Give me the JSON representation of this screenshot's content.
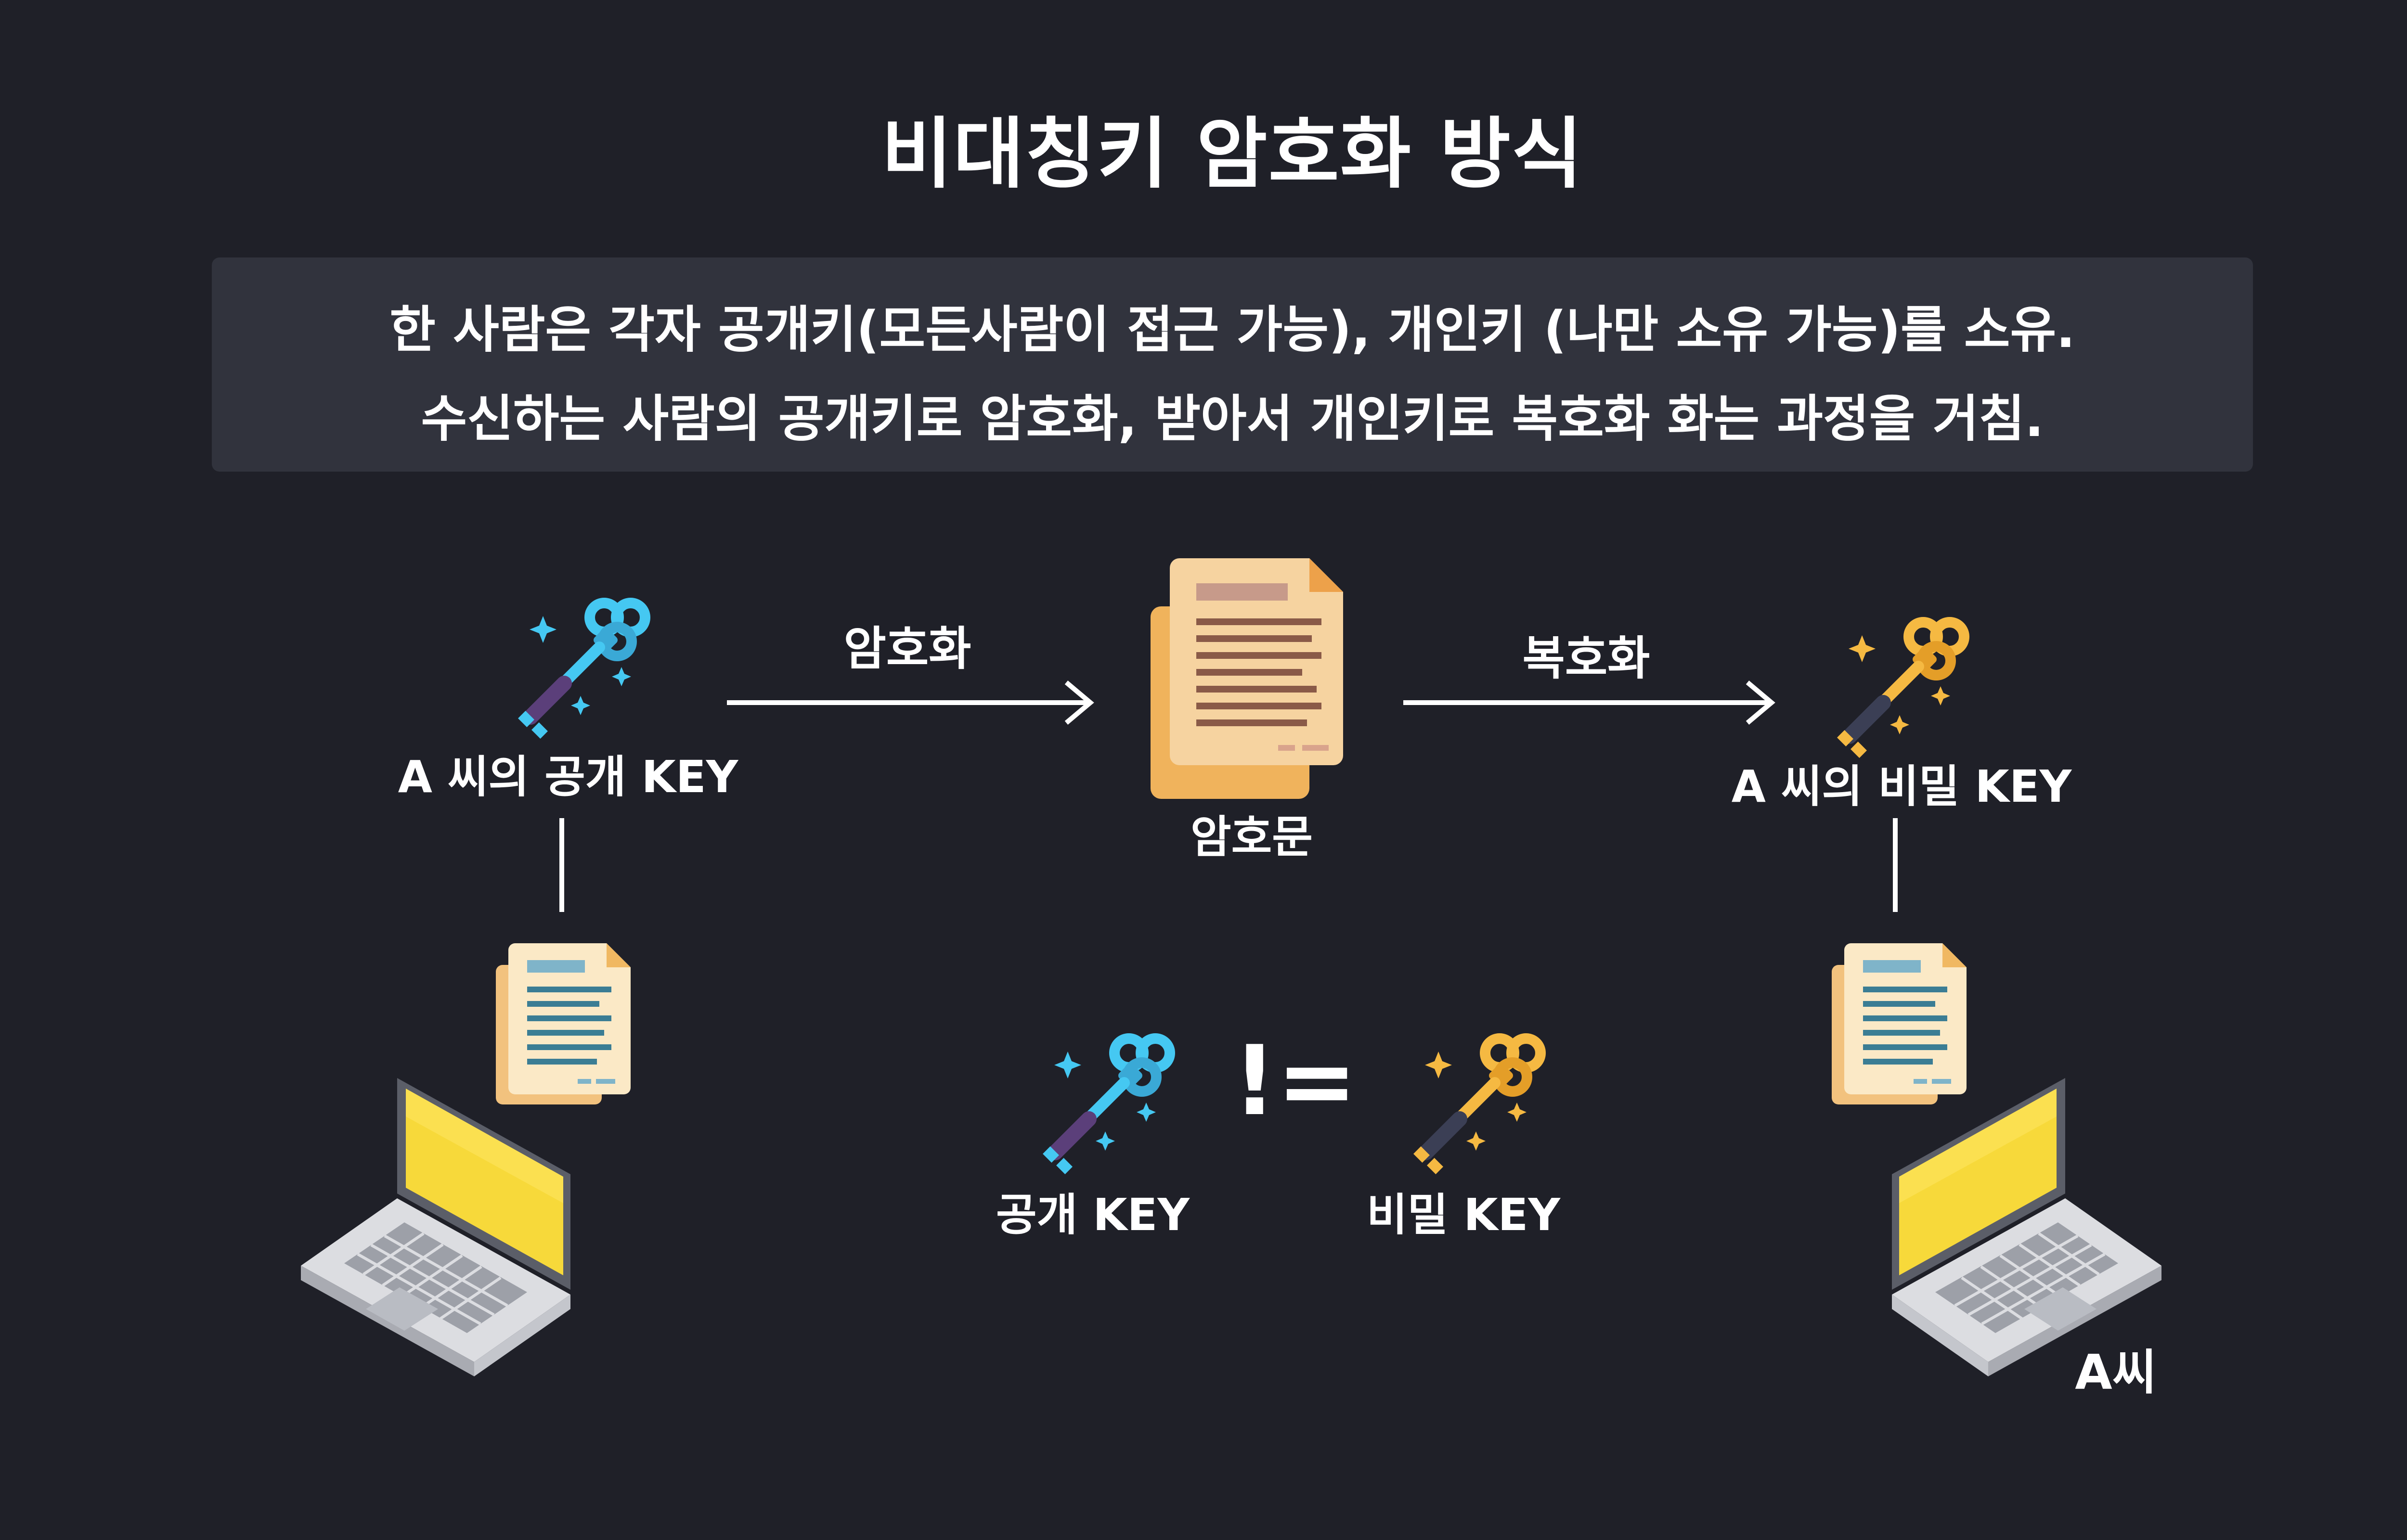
{
  "title": "비대칭키 암호화 방식",
  "description": {
    "line1": "한 사람은 각자 공개키(모든사람이 접근 가능), 개인키 (나만 소유 가능)를 소유.",
    "line2": "수신하는 사람의 공개키로 암호화, 받아서 개인키로 복호화 화는 과정을 거침."
  },
  "flow": {
    "public_key_label": "A 씨의 공개 KEY",
    "encrypt_label": "암호화",
    "ciphertext_label": "암호문",
    "decrypt_label": "복호화",
    "private_key_label": "A 씨의 비밀 KEY"
  },
  "comparison": {
    "public_label": "공개 KEY",
    "operator": "!=",
    "private_label": "비밀 KEY"
  },
  "receiver_label": "A씨",
  "colors": {
    "background": "#1f2028",
    "panel": "#31333d",
    "public_key": "#45c8f2",
    "private_key": "#f5b942",
    "document": "#f4c88e",
    "laptop_screen": "#f7d93a"
  },
  "icons": [
    "public-key-icon",
    "private-key-icon",
    "arrow-right-icon",
    "ciphertext-document-icon",
    "document-icon",
    "laptop-icon"
  ]
}
